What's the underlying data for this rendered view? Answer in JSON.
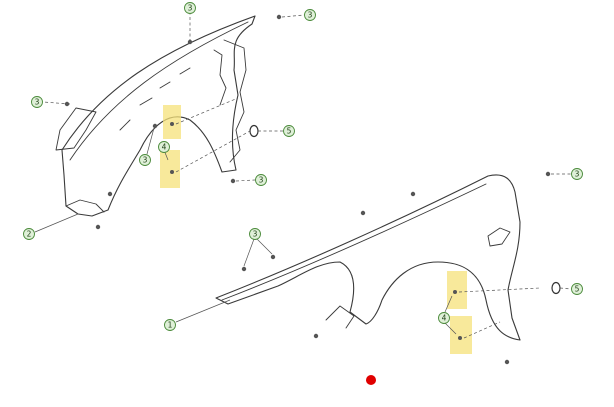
{
  "callouts": {
    "c1": "1",
    "c2": "2",
    "c3": "3",
    "c4": "4",
    "c5": "5"
  },
  "colors": {
    "callout_fill": "#dff0d8",
    "callout_stroke": "#4a8a3a",
    "highlight": "#f6e27a",
    "marker": "#e00000"
  }
}
